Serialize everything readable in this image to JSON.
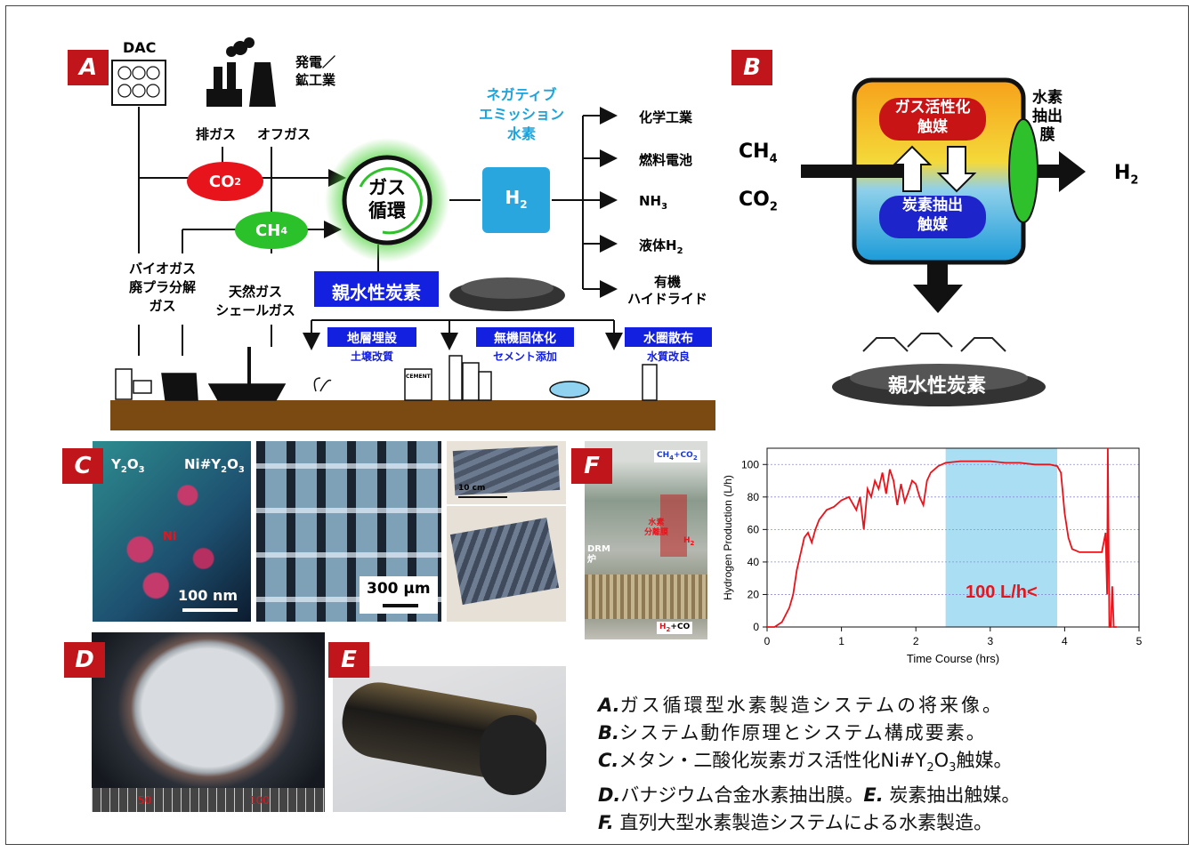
{
  "panels": {
    "a": {
      "label": "A",
      "dac": "DAC",
      "power_mining": "発電／\n鉱工業",
      "exhaust_gas": "排ガス",
      "off_gas": "オフガス",
      "co2": "CO",
      "co2_sub": "2",
      "ch4": "CH",
      "ch4_sub": "4",
      "gas_cycle": "ガス\n循環",
      "negative_emission": "ネガティブ\nエミッション\n水素",
      "h2": "H",
      "h2_sub": "2",
      "outputs": [
        "化学工業",
        "燃料電池",
        "NH",
        "液体H",
        "有機\nハイドライド"
      ],
      "nh3_sub": "3",
      "liquid_h2_sub": "2",
      "biogas": "バイオガス\n廃プラ分解\nガス",
      "natural_gas": "天然ガス\nシェールガス",
      "hydrophilic_carbon": "親水性炭素",
      "uses": [
        {
          "title": "地層埋設",
          "sub": "土壌改質"
        },
        {
          "title": "無機固体化",
          "sub": "セメント添加"
        },
        {
          "title": "水圏散布",
          "sub": "水質改良"
        }
      ],
      "cement": "CEMENT"
    },
    "b": {
      "label": "B",
      "ch4": "CH",
      "ch4_sub": "4",
      "co2": "CO",
      "co2_sub": "2",
      "gas_catalyst": "ガス活性化\n触媒",
      "carbon_catalyst": "炭素抽出\n触媒",
      "membrane": "水素\n抽出\n膜",
      "h2": "H",
      "h2_sub": "2",
      "hydrophilic_carbon": "親水性炭素"
    },
    "c": {
      "label": "C",
      "y2o3": "Y",
      "ni_y2o3": "Ni#Y",
      "ni": "Ni",
      "scale1": "100 nm",
      "scale2": "300 μm",
      "scale3": "10 cm"
    },
    "d": {
      "label": "D",
      "ruler": [
        "50",
        "100"
      ]
    },
    "e": {
      "label": "E"
    },
    "f": {
      "label": "F",
      "photo_labels": {
        "feed": "CH",
        "feed_tail": "+CO",
        "membrane": "水素\n分離膜",
        "h2": "H",
        "drm": "DRM\n炉",
        "product": "H",
        "product_tail": "+CO"
      }
    }
  },
  "chart_data": {
    "type": "line",
    "xlabel": "Time Course (hrs)",
    "ylabel": "Hydrogen Production (L/h)",
    "xlim": [
      0,
      5
    ],
    "ylim": [
      0,
      110
    ],
    "xticks": [
      0,
      1,
      2,
      3,
      4,
      5
    ],
    "yticks": [
      0,
      20,
      40,
      60,
      80,
      100
    ],
    "grid": true,
    "highlight": {
      "x0": 2.4,
      "x1": 3.9,
      "label": "100 L/h<",
      "color": "#a9def3"
    },
    "series": [
      {
        "color": "#e8141c",
        "x": [
          0,
          0.1,
          0.2,
          0.3,
          0.35,
          0.4,
          0.45,
          0.5,
          0.55,
          0.6,
          0.65,
          0.7,
          0.8,
          0.9,
          1.0,
          1.1,
          1.2,
          1.25,
          1.3,
          1.35,
          1.4,
          1.45,
          1.5,
          1.55,
          1.6,
          1.65,
          1.7,
          1.75,
          1.8,
          1.85,
          1.9,
          1.95,
          2.0,
          2.05,
          2.1,
          2.15,
          2.2,
          2.3,
          2.4,
          2.6,
          2.8,
          3.0,
          3.2,
          3.4,
          3.6,
          3.8,
          3.9,
          3.95,
          4.0,
          4.05,
          4.1,
          4.15,
          4.2,
          4.3,
          4.4,
          4.5,
          4.55,
          4.57,
          4.58,
          4.6,
          4.62,
          4.64,
          4.66,
          4.7
        ],
        "y": [
          0,
          0,
          3,
          12,
          20,
          35,
          45,
          55,
          58,
          52,
          60,
          66,
          72,
          74,
          78,
          80,
          72,
          80,
          60,
          85,
          80,
          90,
          85,
          95,
          82,
          97,
          90,
          75,
          88,
          77,
          83,
          90,
          88,
          80,
          75,
          90,
          95,
          99,
          101,
          102,
          102,
          102,
          101,
          101,
          100,
          100,
          99,
          95,
          70,
          55,
          48,
          47,
          46,
          46,
          46,
          46,
          58,
          20,
          110,
          0,
          0,
          25,
          0,
          0
        ]
      }
    ]
  },
  "caption": [
    {
      "key": "A.",
      "text": "ガス循環型水素製造システムの将来像。"
    },
    {
      "key": "B.",
      "text": "システム動作原理とシステム構成要素。"
    },
    {
      "key": "C.",
      "text": "メタン・二酸化炭素ガス活性化Ni#Y",
      "sub1": "2",
      "mid": "O",
      "sub2": "3",
      "tail": "触媒。"
    },
    {
      "key": "D.",
      "text": "バナジウム合金水素抽出膜。",
      "key2": "E.",
      "text2": " 炭素抽出触媒。"
    },
    {
      "key": "F.",
      "text": " 直列大型水素製造システムによる水素製造。"
    }
  ]
}
